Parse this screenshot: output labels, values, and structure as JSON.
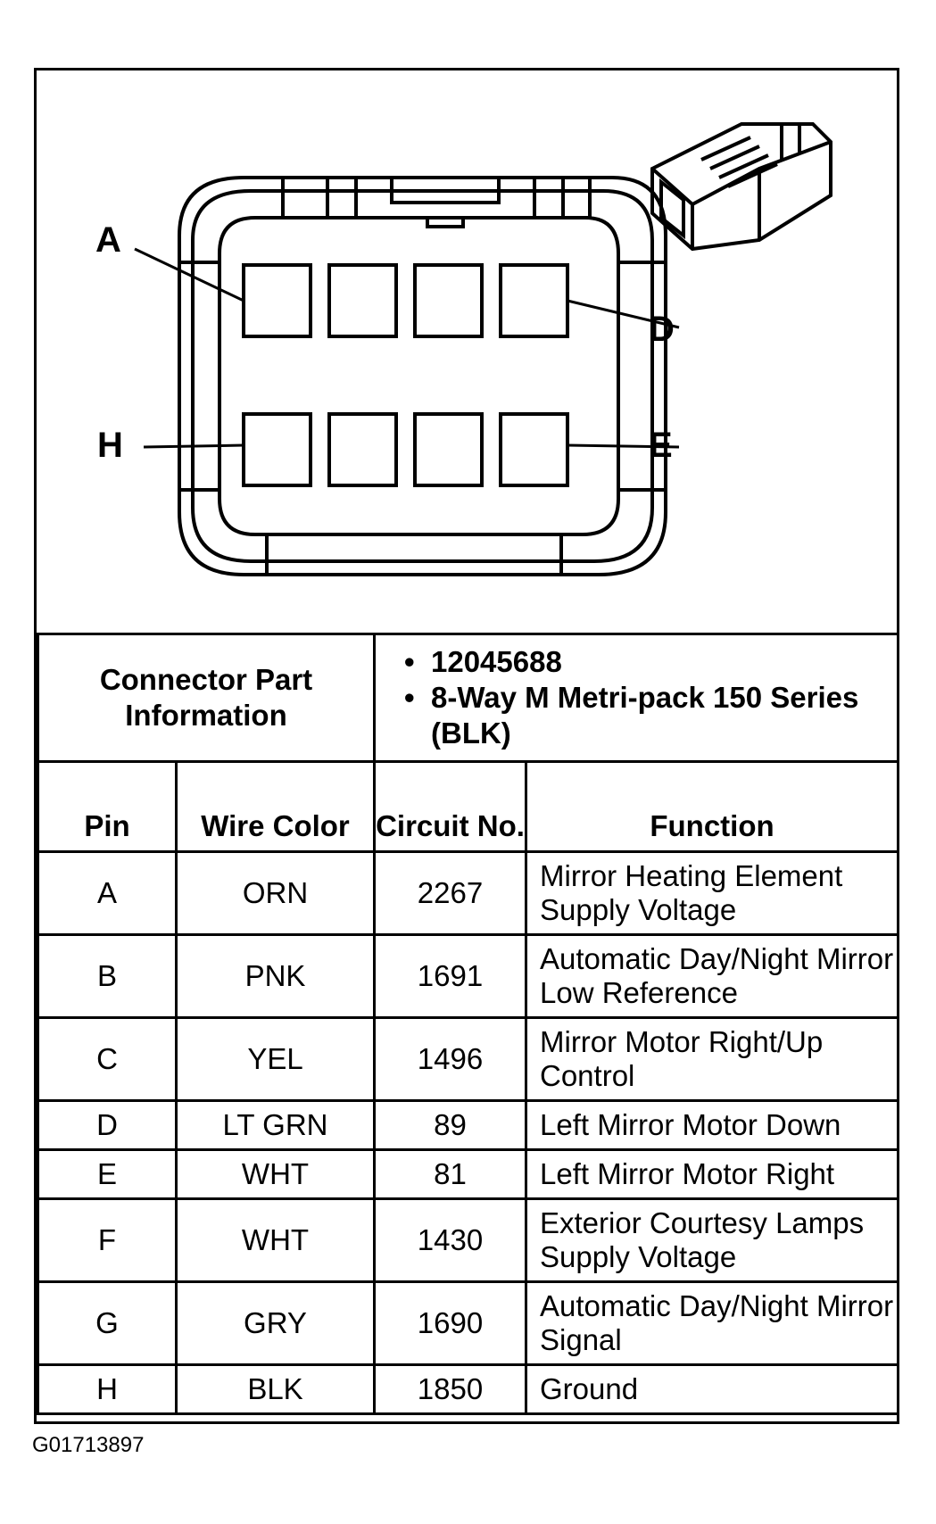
{
  "diagram": {
    "pin_labels": {
      "A": "A",
      "D": "D",
      "H": "H",
      "E": "E"
    }
  },
  "info": {
    "label": "Connector Part Information",
    "items": [
      "12045688",
      "8-Way M Metri-pack 150 Series (BLK)"
    ]
  },
  "headers": {
    "pin": "Pin",
    "wire_color": "Wire Color",
    "circuit": "Circuit No.",
    "function": "Function"
  },
  "rows": [
    {
      "pin": "A",
      "color": "ORN",
      "circuit": "2267",
      "function": "Mirror Heating Element Supply Voltage"
    },
    {
      "pin": "B",
      "color": "PNK",
      "circuit": "1691",
      "function": "Automatic Day/Night Mirror Low Reference"
    },
    {
      "pin": "C",
      "color": "YEL",
      "circuit": "1496",
      "function": "Mirror Motor Right/Up Control"
    },
    {
      "pin": "D",
      "color": "LT GRN",
      "circuit": "89",
      "function": "Left Mirror Motor Down"
    },
    {
      "pin": "E",
      "color": "WHT",
      "circuit": "81",
      "function": "Left Mirror Motor Right"
    },
    {
      "pin": "F",
      "color": "WHT",
      "circuit": "1430",
      "function": "Exterior Courtesy Lamps Supply Voltage"
    },
    {
      "pin": "G",
      "color": "GRY",
      "circuit": "1690",
      "function": "Automatic Day/Night Mirror Signal"
    },
    {
      "pin": "H",
      "color": "BLK",
      "circuit": "1850",
      "function": "Ground"
    }
  ],
  "figure_id": "G01713897"
}
